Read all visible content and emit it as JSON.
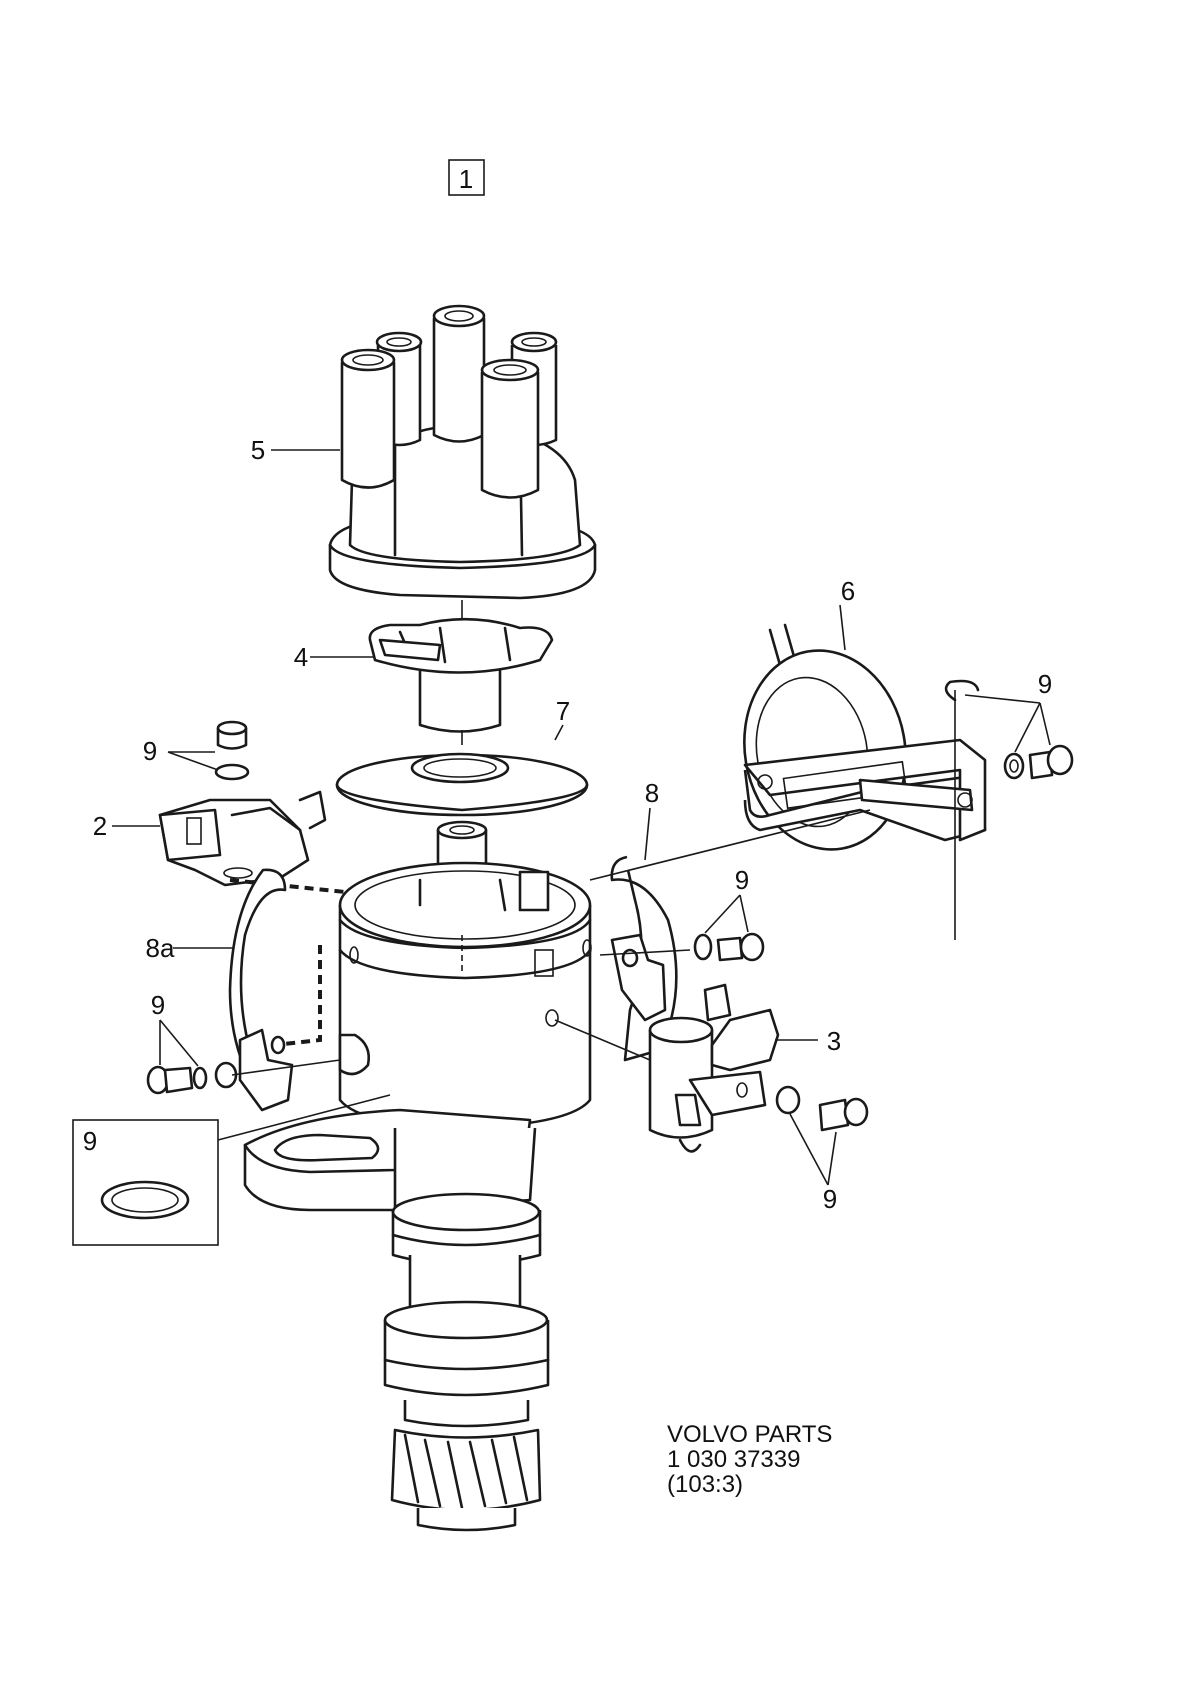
{
  "figure": {
    "index_box": "1",
    "reference_lines": [
      "VOLVO PARTS",
      "1 030  37339",
      "(103:3)"
    ]
  },
  "callouts": {
    "c5": "5",
    "c4": "4",
    "c7": "7",
    "c6": "6",
    "c9_right_top": "9",
    "c9_left_top": "9",
    "c2": "2",
    "c8": "8",
    "c9_center": "9",
    "c8a": "8a",
    "c9_left_mid": "9",
    "c3": "3",
    "c9_inset": "9",
    "c9_bottom_right": "9"
  },
  "colors": {
    "ink": "#1a1a1a",
    "paper": "#ffffff"
  }
}
